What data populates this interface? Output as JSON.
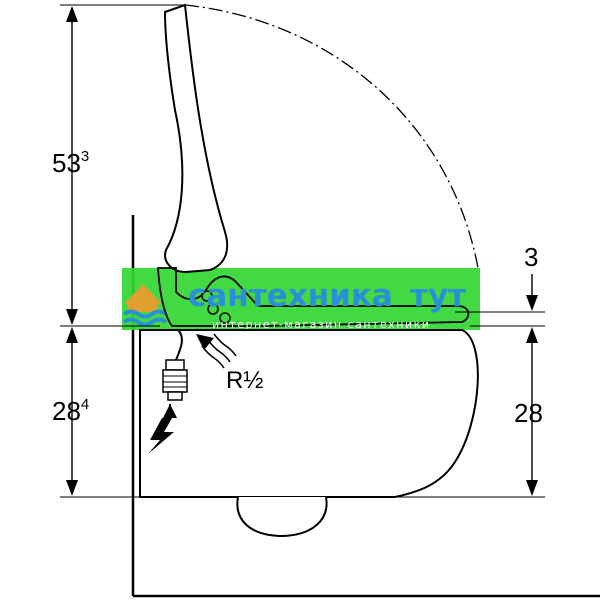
{
  "dimensions": {
    "height_upper": {
      "main": "53",
      "sup": "3"
    },
    "height_lower_left": {
      "main": "28",
      "sup": "4"
    },
    "gap_top_right": "3",
    "height_lower_right": "28",
    "water_connection": "R½"
  },
  "watermark": {
    "title_part1": "сантехника",
    "title_part2": "тут",
    "subtitle": "интернет-магазин сантехники",
    "band_color": "#33d633",
    "title_color": "#2a8fd8",
    "subtitle_color": "#ffffff"
  },
  "icons": [
    "electric-bolt-icon",
    "water-arrow-icon",
    "logo-house-icon"
  ]
}
